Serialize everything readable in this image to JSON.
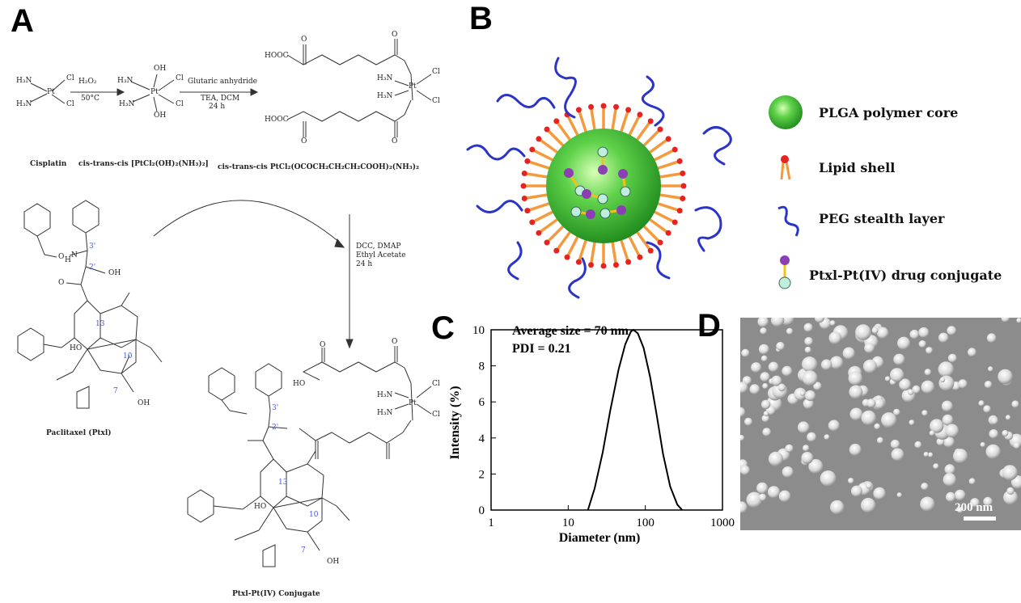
{
  "panels": {
    "a": "A",
    "b": "B",
    "c": "C",
    "d": "D"
  },
  "scheme": {
    "arrow1_top": "H₂O₂",
    "arrow1_bottom": "50°C",
    "arrow2_top": "Glutaric anhydride",
    "arrow2_bottom1": "TEA, DCM",
    "arrow2_bottom2": "24 h",
    "arrow3_line1": "DCC, DMAP",
    "arrow3_line2": "Ethyl Acetate",
    "arrow3_line3": "24 h",
    "cisplatin": "Cisplatin",
    "intermediate": "cis-trans-cis [PtCl₂(OH)₂(NH₃)₂]",
    "product": "cis-trans-cis PtCl₂(OCOCH₂CH₂CH₂COOH)₂(NH₃)₂",
    "paclitaxel": "Paclitaxel (Ptxl)",
    "conjugate": "Ptxl-Pt(IV) Conjugate",
    "atom_labels": {
      "h3n": "H₃N",
      "cl": "Cl",
      "pt": "Pt",
      "oh": "OH",
      "hooc": "HOOC",
      "ho": "HO",
      "h": "H",
      "o": "O",
      "nh": "N",
      "c13": "13",
      "c10": "10",
      "c7": "7",
      "c2p": "2'",
      "c3p": "3'"
    }
  },
  "legend": {
    "items": [
      {
        "label": "PLGA polymer core",
        "icon": "green-sphere-icon"
      },
      {
        "label": "Lipid shell",
        "icon": "lipid-icon"
      },
      {
        "label": "PEG stealth layer",
        "icon": "peg-chain-icon"
      },
      {
        "label": "Ptxl-Pt(IV)  drug conjugate",
        "icon": "drug-conjugate-icon"
      }
    ]
  },
  "colors": {
    "core": "#3fbf3a",
    "lipid_tail": "#f59a3c",
    "lipid_head": "#e8231f",
    "peg": "#2b34c9",
    "drug_star": "#8a3fb3",
    "drug_ball": "#bfeedd",
    "linker": "#f2c21b"
  },
  "chart_data": {
    "type": "line",
    "annotations": [
      "Average size = 70 nm",
      "PDI = 0.21"
    ],
    "xlabel": "Diameter (nm)",
    "ylabel": "Intensity (%)",
    "x_scale": "log",
    "xlim": [
      1,
      1000
    ],
    "ylim": [
      0,
      10
    ],
    "x_ticks": [
      "1",
      "10",
      "100",
      "1000"
    ],
    "y_ticks": [
      "0",
      "2",
      "4",
      "6",
      "8",
      "10"
    ],
    "series": [
      {
        "x": [
          18,
          22,
          28,
          35,
          45,
          55,
          65,
          70,
          80,
          95,
          115,
          140,
          170,
          210,
          260,
          300
        ],
        "y": [
          0,
          1.2,
          3.2,
          5.5,
          7.8,
          9.2,
          9.9,
          10.0,
          9.8,
          9.0,
          7.4,
          5.3,
          3.1,
          1.3,
          0.3,
          0
        ]
      }
    ]
  },
  "sem": {
    "scale_label": "200 nm"
  }
}
